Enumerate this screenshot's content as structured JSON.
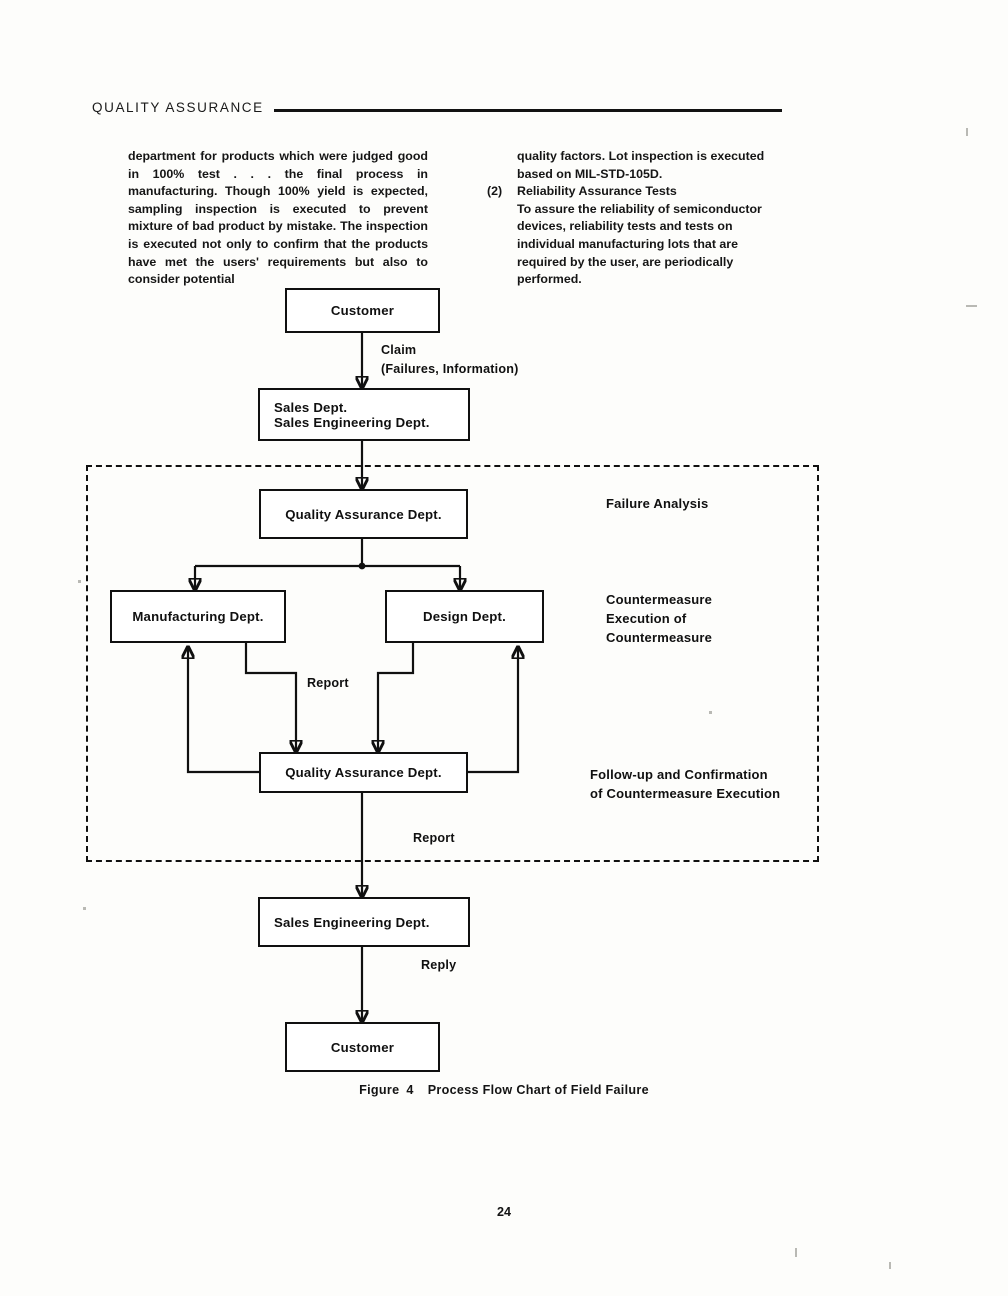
{
  "running_head": {
    "title": "QUALITY ASSURANCE"
  },
  "body": {
    "left_column": "department for products which were judged good in 100% test . . . the final process in manufacturing. Though 100% yield is expected, sampling inspection is executed to prevent mixture of bad product by mistake. The inspection is executed not only to confirm that the products have met the users' requirements but also to consider potential",
    "right_column_continuation": "quality factors. Lot inspection is executed based on MIL-STD-105D.",
    "item_2_marker": "(2)",
    "item_2_title": "Reliability Assurance Tests",
    "item_2_text": "To assure the reliability of semiconductor devices, reliability tests and tests on individual manufacturing lots that are required by the user, are periodically performed."
  },
  "figure": {
    "caption_label": "Figure",
    "caption_number": "4",
    "caption_title": "Process Flow Chart of Field Failure",
    "nodes": {
      "customer_top": "Customer",
      "sales_dept_line1": "Sales Dept.",
      "sales_dept_line2": "Sales Engineering Dept.",
      "qa_dept_upper": "Quality Assurance Dept.",
      "manufacturing_dept": "Manufacturing Dept.",
      "design_dept": "Design Dept.",
      "qa_dept_lower": "Quality Assurance Dept.",
      "sales_engineering_dept": "Sales Engineering Dept.",
      "customer_bottom": "Customer"
    },
    "edge_labels": {
      "claim_line1": "Claim",
      "claim_line2": "(Failures, Information)",
      "report_middle": "Report",
      "report_lower": "Report",
      "reply": "Reply"
    },
    "stage_labels": {
      "failure_analysis": "Failure Analysis",
      "countermeasure_line1": "Countermeasure",
      "countermeasure_line2": "Execution of",
      "countermeasure_line3": "Countermeasure",
      "followup_line1": "Follow-up and Confirmation",
      "followup_line2": "of Countermeasure Execution"
    }
  },
  "page_number": "24",
  "colors": {
    "ink": "#101010",
    "paper": "#fdfdfb"
  }
}
